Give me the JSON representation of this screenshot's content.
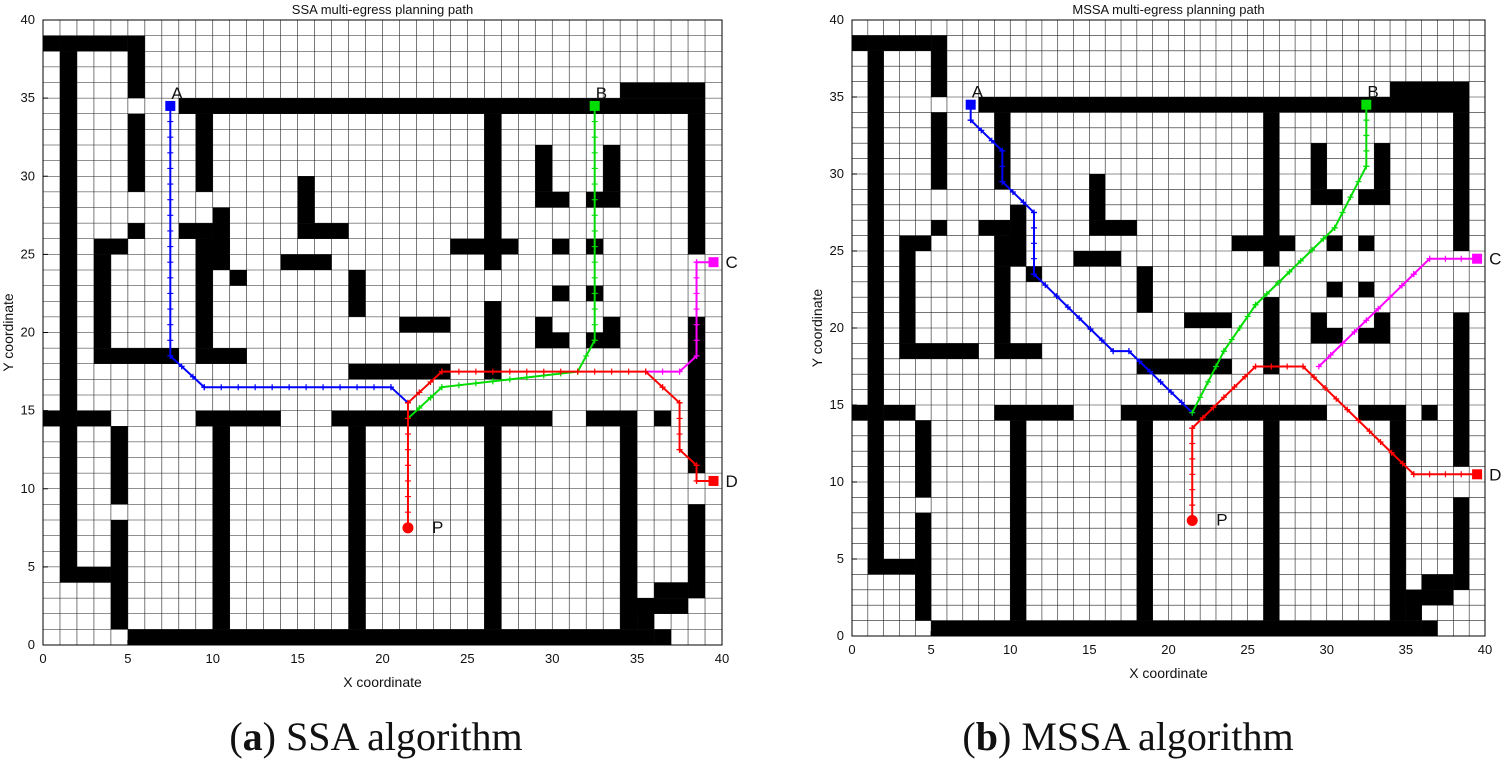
{
  "panels": [
    {
      "id": "a",
      "caption_letter": "a",
      "caption_text": "SSA algorithm",
      "chart_data": {
        "type": "scatter",
        "title": "SSA multi-egress planning path",
        "xlabel": "X coordinate",
        "ylabel": "Y coordinate",
        "xlim": [
          0,
          40
        ],
        "ylim": [
          0,
          40
        ],
        "xticks": [
          0,
          5,
          10,
          15,
          20,
          25,
          30,
          35,
          40
        ],
        "yticks": [
          0,
          5,
          10,
          15,
          20,
          25,
          30,
          35,
          40
        ],
        "grid": true,
        "start": {
          "label": "P",
          "x": 21.5,
          "y": 7.5,
          "color": "#ff0000"
        },
        "exits": [
          {
            "label": "A",
            "x": 7.5,
            "y": 34.5,
            "color": "#0000ff"
          },
          {
            "label": "B",
            "x": 32.5,
            "y": 34.5,
            "color": "#00dd00"
          },
          {
            "label": "C",
            "x": 39.5,
            "y": 24.5,
            "color": "#ff00ff"
          },
          {
            "label": "D",
            "x": 39.5,
            "y": 10.5,
            "color": "#ff0000"
          }
        ],
        "series": [
          {
            "color": "#0000ff",
            "points": [
              [
                7.5,
                34.5
              ],
              [
                7.5,
                18.5
              ],
              [
                9.5,
                16.5
              ],
              [
                20.5,
                16.5
              ],
              [
                21.5,
                15.5
              ]
            ]
          },
          {
            "color": "#00dd00",
            "points": [
              [
                21.5,
                14.5
              ],
              [
                23.5,
                16.5
              ],
              [
                31.5,
                17.5
              ],
              [
                32.5,
                19.5
              ],
              [
                32.5,
                34.5
              ]
            ]
          },
          {
            "color": "#ff00ff",
            "points": [
              [
                35.5,
                17.5
              ],
              [
                37.5,
                17.5
              ],
              [
                38.5,
                18.5
              ],
              [
                38.5,
                24.5
              ],
              [
                39.5,
                24.5
              ]
            ]
          },
          {
            "color": "#ff0000",
            "points": [
              [
                21.5,
                7.5
              ],
              [
                21.5,
                15.5
              ],
              [
                23.5,
                17.5
              ],
              [
                35.5,
                17.5
              ],
              [
                36.5,
                16.5
              ],
              [
                37.5,
                15.5
              ],
              [
                37.5,
                12.5
              ],
              [
                38.5,
                11.5
              ],
              [
                38.5,
                10.5
              ],
              [
                39.5,
                10.5
              ]
            ]
          }
        ]
      }
    },
    {
      "id": "b",
      "caption_letter": "b",
      "caption_text": "MSSA algorithm",
      "chart_data": {
        "type": "scatter",
        "title": "MSSA multi-egress planning path",
        "xlabel": "X coordinate",
        "ylabel": "Y coordinate",
        "xlim": [
          0,
          40
        ],
        "ylim": [
          0,
          40
        ],
        "xticks": [
          0,
          5,
          10,
          15,
          20,
          25,
          30,
          35,
          40
        ],
        "yticks": [
          0,
          5,
          10,
          15,
          20,
          25,
          30,
          35,
          40
        ],
        "grid": true,
        "start": {
          "label": "P",
          "x": 21.5,
          "y": 7.5,
          "color": "#ff0000"
        },
        "exits": [
          {
            "label": "A",
            "x": 7.5,
            "y": 34.5,
            "color": "#0000ff"
          },
          {
            "label": "B",
            "x": 32.5,
            "y": 34.5,
            "color": "#00dd00"
          },
          {
            "label": "C",
            "x": 39.5,
            "y": 24.5,
            "color": "#ff00ff"
          },
          {
            "label": "D",
            "x": 39.5,
            "y": 10.5,
            "color": "#ff0000"
          }
        ],
        "series": [
          {
            "color": "#0000ff",
            "points": [
              [
                7.5,
                34.5
              ],
              [
                7.5,
                33.5
              ],
              [
                9.5,
                31.5
              ],
              [
                9.5,
                29.5
              ],
              [
                11.5,
                27.5
              ],
              [
                11.5,
                23.5
              ],
              [
                16.5,
                18.5
              ],
              [
                17.5,
                18.5
              ],
              [
                21.5,
                14.5
              ]
            ]
          },
          {
            "color": "#00dd00",
            "points": [
              [
                21.5,
                14.5
              ],
              [
                23.5,
                18.5
              ],
              [
                25.5,
                21.5
              ],
              [
                30.5,
                26.5
              ],
              [
                32.5,
                30.5
              ],
              [
                32.5,
                34.5
              ]
            ]
          },
          {
            "color": "#ff00ff",
            "points": [
              [
                29.5,
                17.5
              ],
              [
                35.5,
                23.5
              ],
              [
                36.5,
                24.5
              ],
              [
                39.5,
                24.5
              ]
            ]
          },
          {
            "color": "#ff0000",
            "points": [
              [
                21.5,
                7.5
              ],
              [
                21.5,
                13.5
              ],
              [
                25.5,
                17.5
              ],
              [
                28.5,
                17.5
              ],
              [
                35.5,
                10.5
              ],
              [
                39.5,
                10.5
              ]
            ]
          }
        ]
      }
    }
  ],
  "maze_walls": [
    [
      1,
      38,
      5,
      39
    ],
    [
      5,
      35,
      6,
      39
    ],
    [
      5,
      29,
      6,
      34
    ],
    [
      8,
      34,
      39,
      35
    ],
    [
      9,
      29,
      10,
      34
    ],
    [
      10,
      24,
      11,
      28
    ],
    [
      11,
      23,
      12,
      24
    ],
    [
      15,
      27,
      16,
      30
    ],
    [
      15,
      26,
      18,
      27
    ],
    [
      5,
      26,
      6,
      27
    ],
    [
      3,
      25,
      5,
      26
    ],
    [
      3,
      19,
      4,
      25
    ],
    [
      3,
      18,
      8,
      19
    ],
    [
      6,
      18,
      8,
      19
    ],
    [
      8,
      26,
      10,
      27
    ],
    [
      9,
      24,
      11,
      26
    ],
    [
      9,
      19,
      10,
      24
    ],
    [
      9,
      18,
      12,
      19
    ],
    [
      14,
      24,
      17,
      25
    ],
    [
      18,
      21,
      19,
      24
    ],
    [
      18,
      17,
      24,
      18
    ],
    [
      21,
      20,
      24,
      21
    ],
    [
      24,
      25,
      28,
      26
    ],
    [
      26,
      24,
      27,
      34
    ],
    [
      26,
      17,
      27,
      22
    ],
    [
      29,
      29,
      30,
      32
    ],
    [
      29,
      28,
      31,
      29
    ],
    [
      33,
      29,
      34,
      32
    ],
    [
      32,
      28,
      34,
      29
    ],
    [
      30,
      25,
      31,
      26
    ],
    [
      32,
      25,
      33,
      26
    ],
    [
      30,
      22,
      31,
      23
    ],
    [
      32,
      22,
      33,
      23
    ],
    [
      29,
      19,
      31,
      20
    ],
    [
      29,
      19,
      30,
      21
    ],
    [
      32,
      19,
      34,
      20
    ],
    [
      33,
      19,
      34,
      21
    ],
    [
      34,
      35,
      39,
      36
    ],
    [
      38,
      25,
      39,
      34
    ],
    [
      38,
      11,
      39,
      21
    ],
    [
      38,
      3,
      39,
      9
    ],
    [
      36,
      3,
      38,
      4
    ],
    [
      0,
      14,
      1,
      15
    ],
    [
      2,
      14,
      4,
      15
    ],
    [
      4,
      9,
      5,
      14
    ],
    [
      4,
      1,
      5,
      8
    ],
    [
      1,
      4,
      4,
      5
    ],
    [
      1,
      4,
      2,
      38
    ],
    [
      0,
      38,
      1,
      39
    ],
    [
      5,
      0,
      36,
      1
    ],
    [
      35,
      1,
      36,
      3
    ],
    [
      35,
      2,
      38,
      3
    ],
    [
      9,
      14,
      14,
      15
    ],
    [
      10,
      1,
      11,
      14
    ],
    [
      17,
      14,
      22,
      15
    ],
    [
      18,
      1,
      19,
      14
    ],
    [
      22,
      14,
      30,
      15
    ],
    [
      26,
      1,
      27,
      14
    ],
    [
      32,
      14,
      35,
      15
    ],
    [
      34,
      1,
      35,
      14
    ],
    [
      36,
      14,
      37,
      15
    ],
    [
      36,
      0,
      37,
      1
    ]
  ]
}
